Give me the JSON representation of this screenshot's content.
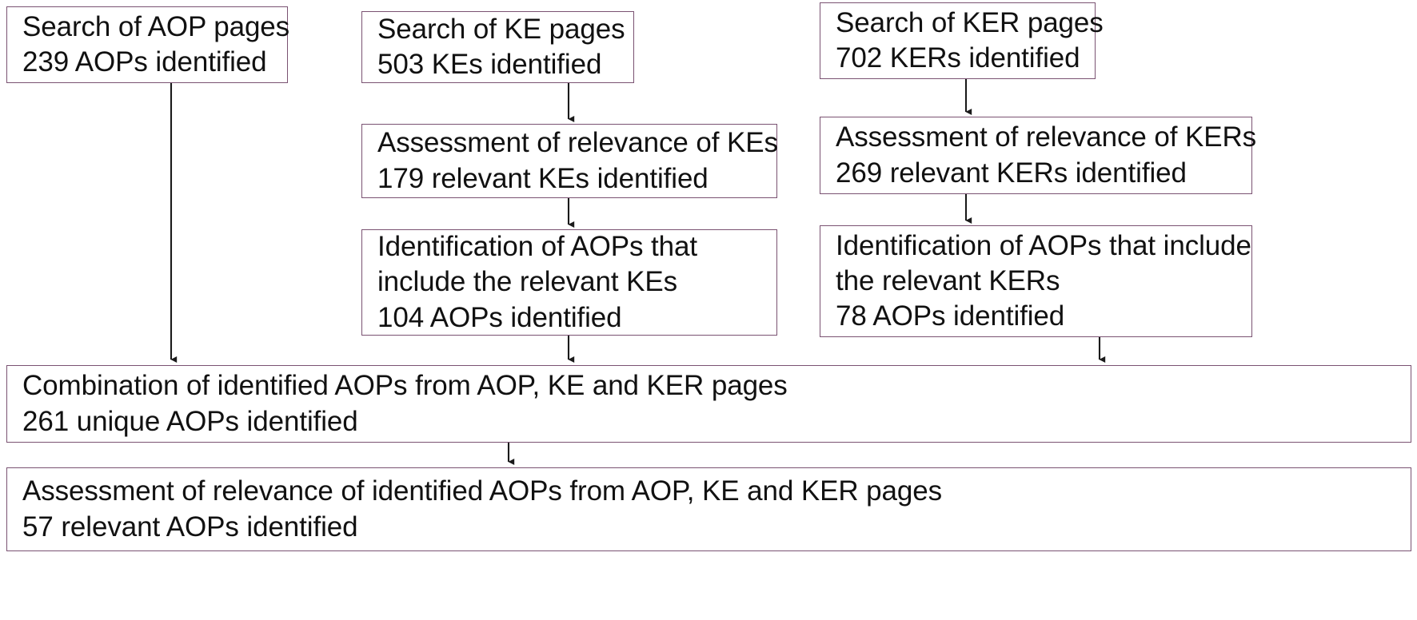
{
  "diagram": {
    "title": "AOP literature search and screening flow",
    "style": {
      "box_border_color": "#7a5272",
      "text_color": "#111111",
      "arrow_color": "#1a1a1a",
      "background": "#ffffff"
    },
    "nodes": [
      {
        "id": "search-aop",
        "lines": [
          "Search of AOP pages",
          "239 AOPs identified"
        ],
        "count": 239,
        "unit": "AOPs"
      },
      {
        "id": "search-ke",
        "lines": [
          "Search of KE pages",
          "503 KEs identified"
        ],
        "count": 503,
        "unit": "KEs"
      },
      {
        "id": "search-ker",
        "lines": [
          "Search of KER pages",
          "702 KERs identified"
        ],
        "count": 702,
        "unit": "KERs"
      },
      {
        "id": "assess-ke",
        "lines": [
          "Assessment of relevance of KEs",
          "179 relevant KEs identified"
        ],
        "count": 179,
        "unit": "relevant KEs"
      },
      {
        "id": "assess-ker",
        "lines": [
          "Assessment of relevance of KERs",
          "269 relevant KERs identified"
        ],
        "count": 269,
        "unit": "relevant KERs"
      },
      {
        "id": "identify-aop-ke",
        "lines": [
          "Identification of AOPs that",
          "include the relevant KEs",
          "104 AOPs identified"
        ],
        "count": 104,
        "unit": "AOPs"
      },
      {
        "id": "identify-aop-ker",
        "lines": [
          "Identification of AOPs that include",
          "the relevant KERs",
          "78 AOPs identified"
        ],
        "count": 78,
        "unit": "AOPs"
      },
      {
        "id": "combination",
        "lines": [
          "Combination of identified AOPs from AOP, KE and KER pages",
          "261 unique AOPs identified"
        ],
        "count": 261,
        "unit": "unique AOPs"
      },
      {
        "id": "final-assessment",
        "lines": [
          "Assessment of relevance of identified AOPs from AOP, KE and KER pages",
          "57 relevant AOPs identified"
        ],
        "count": 57,
        "unit": "relevant AOPs"
      }
    ],
    "edges": [
      {
        "from": "search-aop",
        "to": "combination"
      },
      {
        "from": "search-ke",
        "to": "assess-ke"
      },
      {
        "from": "assess-ke",
        "to": "identify-aop-ke"
      },
      {
        "from": "identify-aop-ke",
        "to": "combination"
      },
      {
        "from": "search-ker",
        "to": "assess-ker"
      },
      {
        "from": "assess-ker",
        "to": "identify-aop-ker"
      },
      {
        "from": "identify-aop-ker",
        "to": "combination"
      },
      {
        "from": "combination",
        "to": "final-assessment"
      }
    ]
  }
}
